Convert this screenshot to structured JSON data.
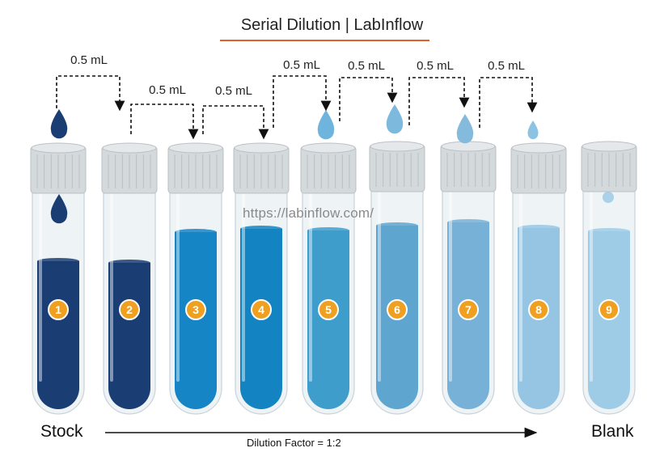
{
  "title": "Serial Dilution | LabInflow",
  "watermark": "https://labinflow.com/",
  "stock_label": "Stock",
  "blank_label": "Blank",
  "dilution_factor_label": "Dilution Factor = 1:2",
  "colors": {
    "title_underline": "#e0632a",
    "badge": "#f0a020",
    "cap": "#d4d9dc",
    "tube_glass": "#eef3f6"
  },
  "transfers": [
    {
      "from": 1,
      "to": 2,
      "label": "0.5 mL"
    },
    {
      "from": 2,
      "to": 3,
      "label": "0.5 mL"
    },
    {
      "from": 3,
      "to": 4,
      "label": "0.5 mL"
    },
    {
      "from": 4,
      "to": 5,
      "label": "0.5 mL"
    },
    {
      "from": 5,
      "to": 6,
      "label": "0.5 mL"
    },
    {
      "from": 6,
      "to": 7,
      "label": "0.5 mL"
    },
    {
      "from": 7,
      "to": 8,
      "label": "0.5 mL"
    }
  ],
  "tubes": [
    {
      "number": "1",
      "liquid_color": "#1a3d73"
    },
    {
      "number": "2",
      "liquid_color": "#1a3d73"
    },
    {
      "number": "3",
      "liquid_color": "#1585c5"
    },
    {
      "number": "4",
      "liquid_color": "#1384c1"
    },
    {
      "number": "5",
      "liquid_color": "#3f9dcc"
    },
    {
      "number": "6",
      "liquid_color": "#5ea5cf"
    },
    {
      "number": "7",
      "liquid_color": "#77b1d7"
    },
    {
      "number": "8",
      "liquid_color": "#96c5e4"
    },
    {
      "number": "9",
      "liquid_color": "#9ecbe6"
    }
  ]
}
